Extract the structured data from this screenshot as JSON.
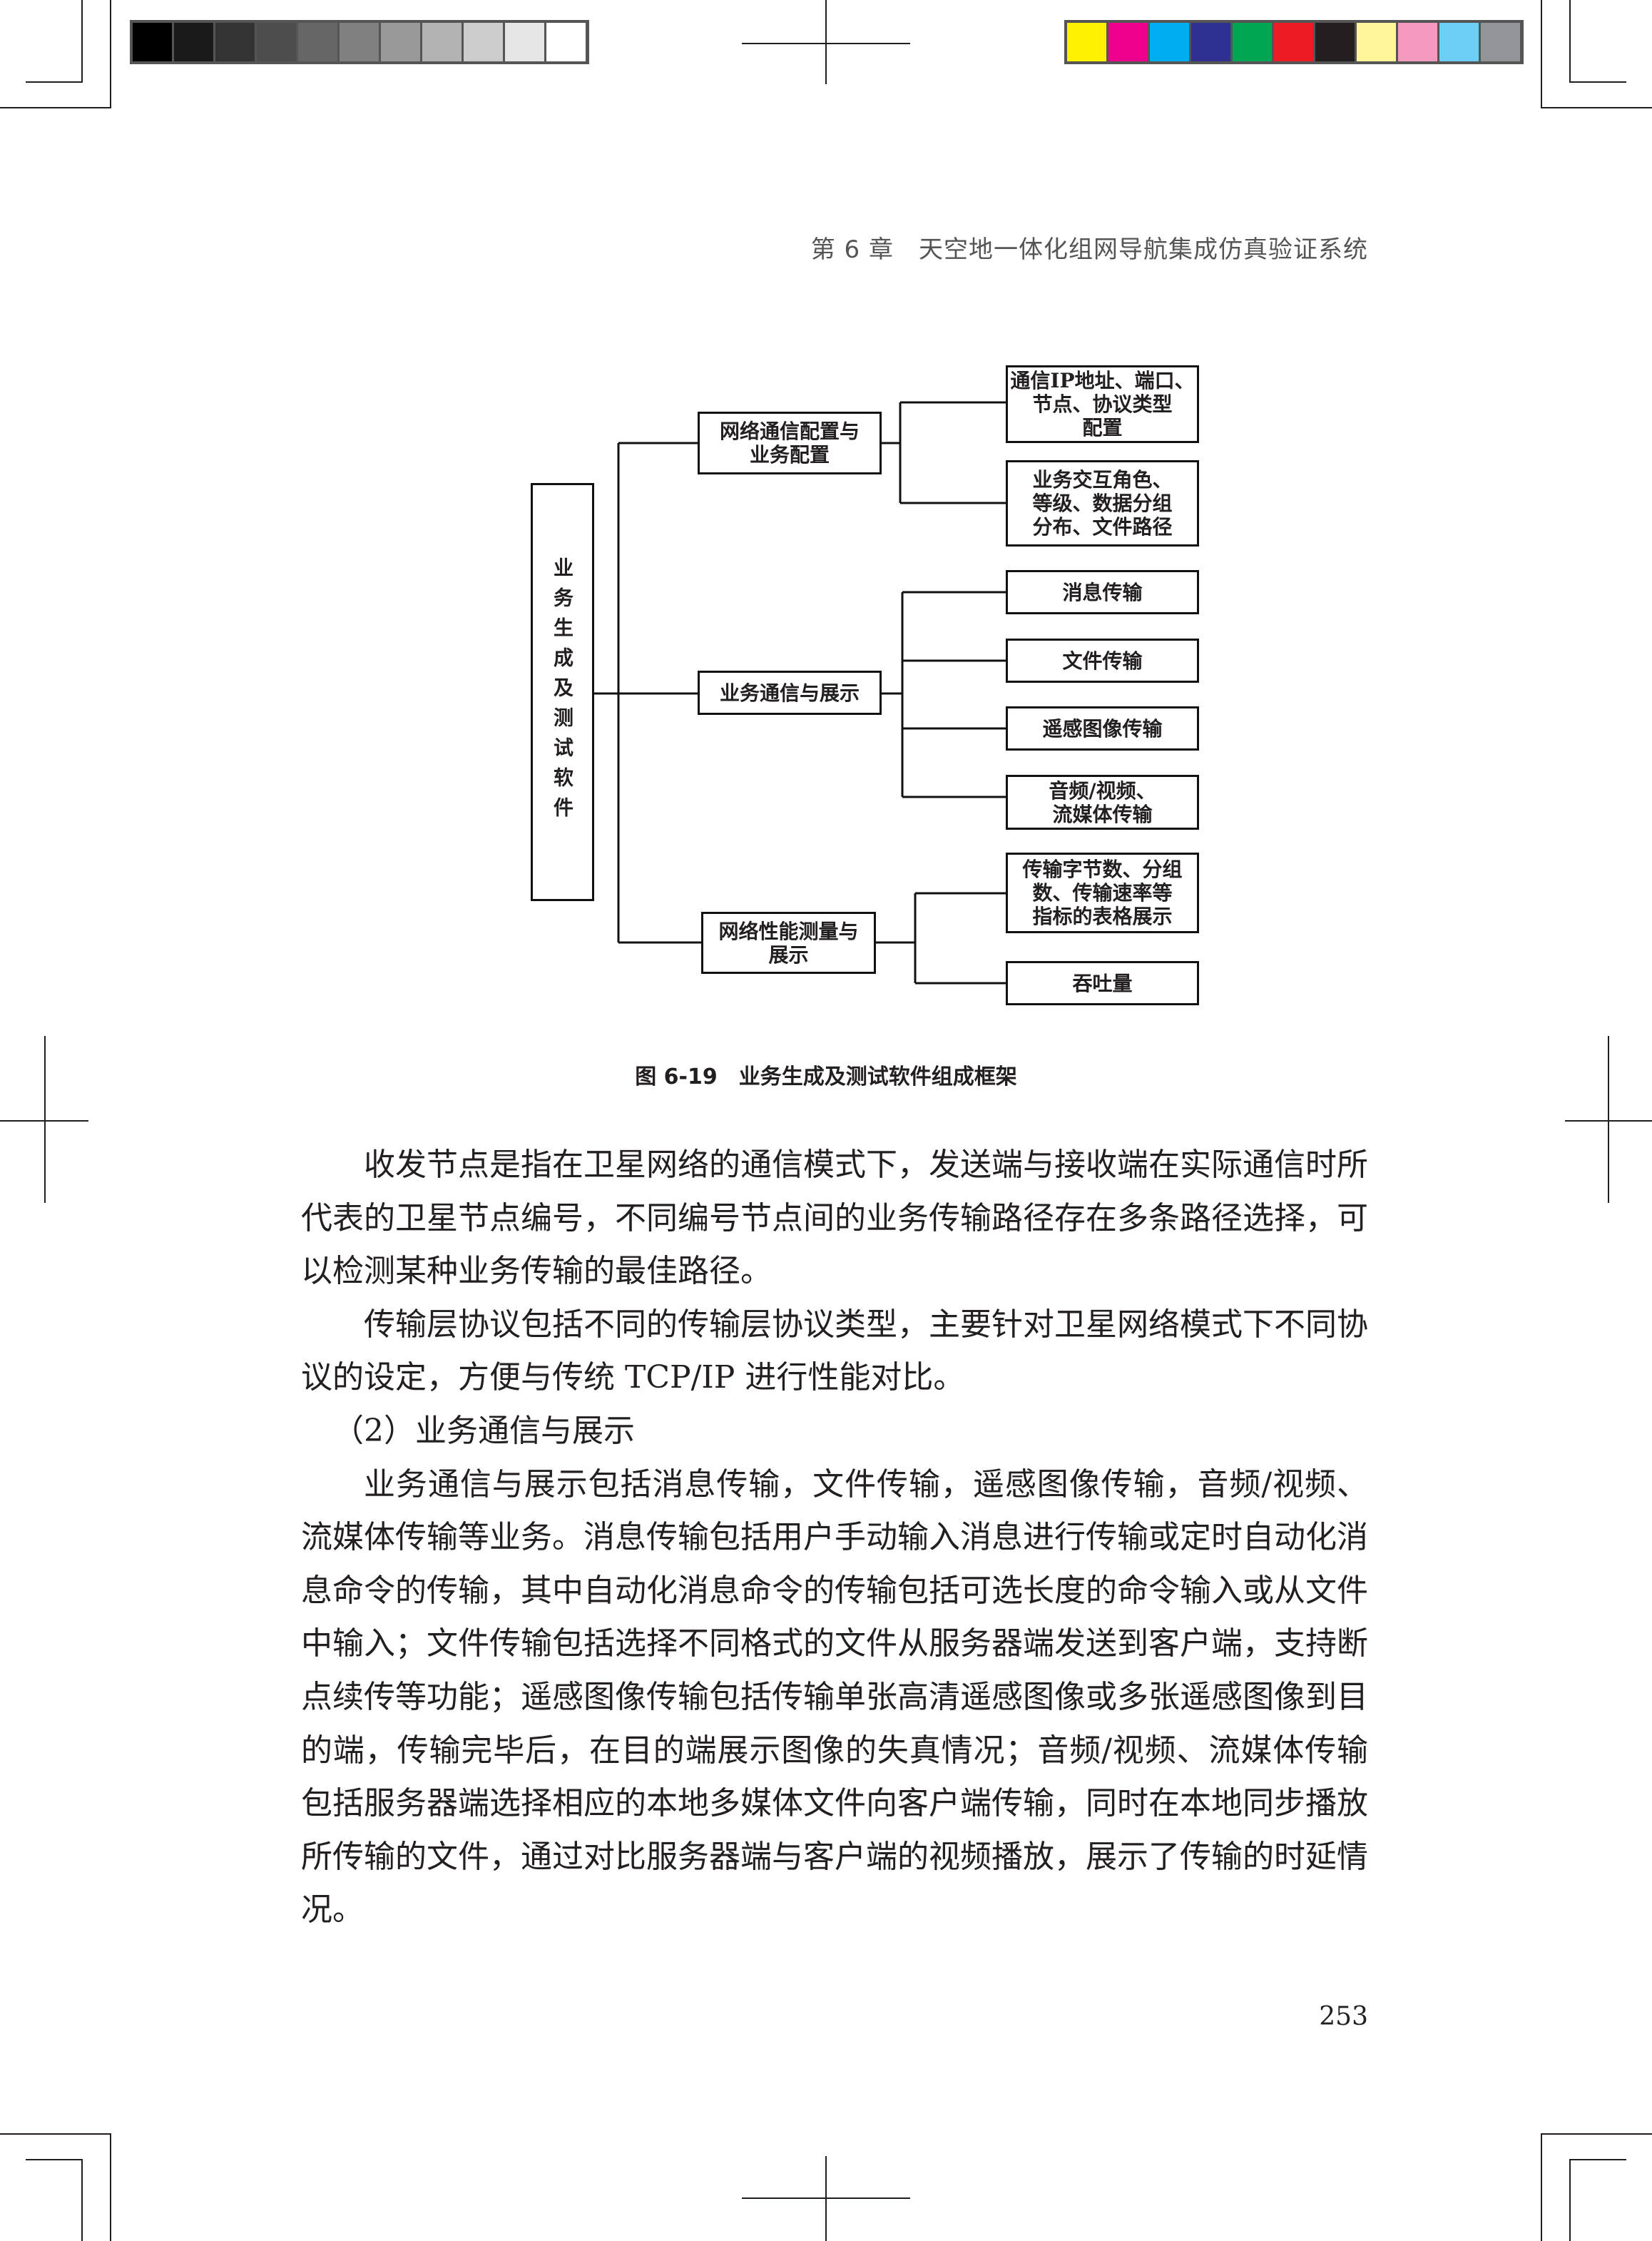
{
  "color_bars": {
    "gray": [
      "#000000",
      "#1a1a1a",
      "#333333",
      "#4d4d4d",
      "#666666",
      "#808080",
      "#999999",
      "#b3b3b3",
      "#cccccc",
      "#e6e6e6",
      "#ffffff"
    ],
    "color": [
      "#fff200",
      "#ec008c",
      "#00aeef",
      "#2e3192",
      "#00a651",
      "#ed1c24",
      "#231f20",
      "#fff799",
      "#f49ac1",
      "#6dcff6",
      "#939598"
    ]
  },
  "header": {
    "running_title": "第 6 章　天空地一体化组网导航集成仿真验证系统"
  },
  "figure": {
    "root": "业务生成及测试软件",
    "branches": [
      {
        "label": "网络通信配置与业务配置",
        "lines": [
          "网络通信配置与",
          "业务配置"
        ],
        "leaves": [
          [
            "通信IP地址、端口、",
            "节点、协议类型",
            "配置"
          ],
          [
            "业务交互角色、",
            "等级、数据分组",
            "分布、文件路径"
          ]
        ]
      },
      {
        "label": "业务通信与展示",
        "lines": [
          "业务通信与展示"
        ],
        "leaves": [
          [
            "消息传输"
          ],
          [
            "文件传输"
          ],
          [
            "遥感图像传输"
          ],
          [
            "音频/视频、",
            "流媒体传输"
          ]
        ]
      },
      {
        "label": "网络性能测量与展示",
        "lines": [
          "网络性能测量与",
          "展示"
        ],
        "leaves": [
          [
            "传输字节数、分组",
            "数、传输速率等",
            "指标的表格展示"
          ],
          [
            "吞吐量"
          ]
        ]
      }
    ],
    "caption": "图 6-19　业务生成及测试软件组成框架"
  },
  "body": {
    "paragraphs": [
      "收发节点是指在卫星网络的通信模式下，发送端与接收端在实际通信时所代表的卫星节点编号，不同编号节点间的业务传输路径存在多条路径选择，可以检测某种业务传输的最佳路径。",
      "传输层协议包括不同的传输层协议类型，主要针对卫星网络模式下不同协议的设定，方便与传统 TCP/IP 进行性能对比。",
      "（2）业务通信与展示",
      "业务通信与展示包括消息传输，文件传输，遥感图像传输，音频/视频、流媒体传输等业务。消息传输包括用户手动输入消息进行传输或定时自动化消息命令的传输，其中自动化消息命令的传输包括可选长度的命令输入或从文件中输入；文件传输包括选择不同格式的文件从服务器端发送到客户端，支持断点续传等功能；遥感图像传输包括传输单张高清遥感图像或多张遥感图像到目的端，传输完毕后，在目的端展示图像的失真情况；音频/视频、流媒体传输包括服务器端选择相应的本地多媒体文件向客户端传输，同时在本地同步播放所传输的文件，通过对比服务器端与客户端的视频播放，展示了传输的时延情况。"
    ]
  },
  "footer": {
    "page_number": "253"
  }
}
